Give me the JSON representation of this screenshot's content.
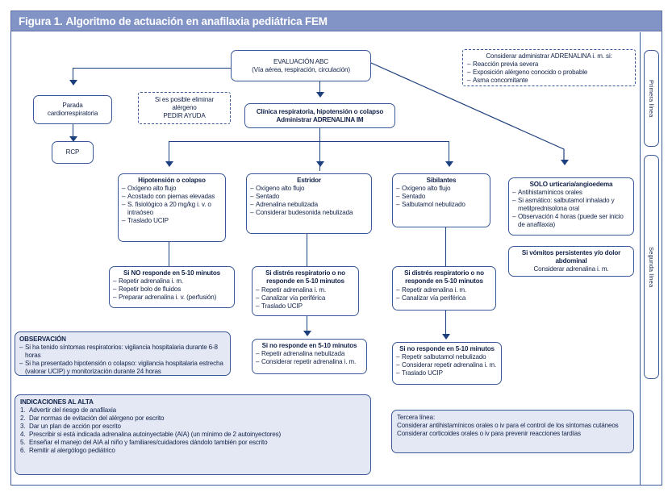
{
  "figure": {
    "label": "Figura 1.",
    "title": "Algoritmo de actuación en anafilaxia pediátrica FEM"
  },
  "colors": {
    "title_bar_bg": "#8293c6",
    "box_border": "#3a5896",
    "connector": "#1c3f7d",
    "filled_box_bg": "#e3e8f4",
    "text": "#12224a"
  },
  "side_labels": {
    "first": "Primera línea",
    "second": "Segunda línea"
  },
  "nodes": {
    "evaluacion_abc": {
      "heading": "EVALUACIÓN ABC",
      "sub": "(Vía aérea, respiración, circulación)"
    },
    "considerar_adrenalina": {
      "heading": "Considerar administrar ADRENALINA i. m. si:",
      "items": [
        "Reacción previa severa",
        "Exposición alérgeno conocido o probable",
        "Asma concomitante"
      ]
    },
    "parada": {
      "line1": "Parada",
      "line2": "cardiorrespiratoria"
    },
    "rcp": {
      "label": "RCP"
    },
    "eliminar_alergeno": {
      "line1": "Si es posible eliminar",
      "line2": "alérgeno",
      "line3": "PEDIR AYUDA"
    },
    "clinica_respiratoria": {
      "line1": "Clínica respiratoria, hipotensión o colapso",
      "line2": "Administrar ADRENALINA IM"
    },
    "hipotension": {
      "heading": "Hipotensión o colapso",
      "items": [
        "Oxígeno alto flujo",
        "Acostado con piernas elevadas",
        "S. fisiológico a 20 mg/kg i. v. o intraóseo",
        "Traslado UCIP"
      ]
    },
    "estridor": {
      "heading": "Estridor",
      "items": [
        "Oxígeno alto flujo",
        "Sentado",
        "Adrenalina nebulizada",
        "Considerar budesonida nebulizada"
      ]
    },
    "sibilantes": {
      "heading": "Sibilantes",
      "items": [
        "Oxígeno alto flujo",
        "Sentado",
        "Salbutamol nebulizado"
      ]
    },
    "urticaria": {
      "heading": "SOLO urticaria/angioedema",
      "items": [
        "Antihistamínicos orales",
        "Si asmático: salbutamol inhalado y metilprednisolona oral",
        "Observación 4 horas (puede ser inicio de anafilaxia)"
      ],
      "vomitos_line1": "Si vómitos persistentes y/o dolor",
      "vomitos_line2": "abdominal",
      "vomitos_line3": "Considerar adrenalina i. m."
    },
    "hipotension_no_responde": {
      "heading": "Si NO responde en 5-10 minutos",
      "items": [
        "Repetir adrenalina i. m.",
        "Repetir bolo de fluidos",
        "Preparar adrenalina i. v. (perfusión)"
      ]
    },
    "estridor_distres": {
      "heading_line1": "Si distrés respiratorio o no",
      "heading_line2": "responde en 5-10 minutos",
      "items": [
        "Repetir adrenalina i. m.",
        "Canalizar vía periférica",
        "Traslado UCIP"
      ]
    },
    "sibilantes_distres": {
      "heading_line1": "Si distrés respiratorio o no",
      "heading_line2": "responde en 5-10 minutos",
      "items": [
        "Repetir adrenalina i. m.",
        "Canalizar vía periférica"
      ]
    },
    "estridor_no_responde": {
      "heading": "Si no responde en 5-10 minutos",
      "items": [
        "Repetir adrenalina nebulizada",
        "Considerar repetir adrenalina i. m."
      ]
    },
    "sibilantes_no_responde": {
      "heading": "Si no responde en 5-10 minutos",
      "items": [
        "Repetir salbutamol nebulizado",
        "Considerar repetir adrenalina i. m.",
        "Traslado UCIP"
      ]
    },
    "observacion": {
      "heading": "OBSERVACIÓN",
      "items": [
        "Si ha tenido síntomas respiratorios: vigilancia hospitalaria durante 6-8 horas",
        "Si ha presentado hipotensión o colapso: vigilancia hospitalaria estrecha (valorar UCIP) y monitorización durante 24 horas"
      ]
    },
    "indicaciones_alta": {
      "heading": "INDICACIONES AL ALTA",
      "items": [
        "Advertir del riesgo de anafilaxia",
        "Dar normas de evitación del alérgeno por escrito",
        "Dar un plan de acción por escrito",
        "Prescribir si está indicada adrenalina autoinyectable (AIA) (un mínimo de 2 autoinyectores)",
        "Enseñar el manejo del AIA al niño y familiares/cuidadores dándolo también por escrito",
        "Remitir al alergólogo pediátrico"
      ]
    },
    "tercera_linea": {
      "heading": "Tercera línea:",
      "line1": "Considerar antihistamínicos orales o iv para el control de los síntomas cutáneos",
      "line2": "Considerar corticoides orales o iv para prevenir reacciones tardías"
    }
  }
}
